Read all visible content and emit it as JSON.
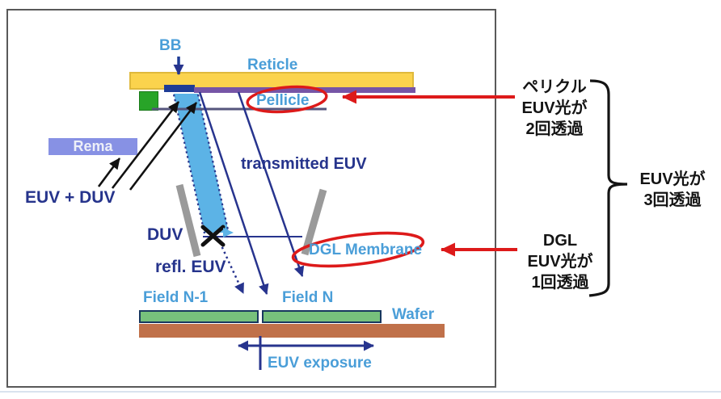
{
  "diagram": {
    "labels": {
      "bb": "BB",
      "reticle": "Reticle",
      "pellicle": "Pellicle",
      "rema": "Rema",
      "euv_duv": "EUV + DUV",
      "transmitted_euv": "transmitted EUV",
      "duv": "DUV",
      "refl_euv": "refl. EUV",
      "dgl_membrane": "DGL Membrane",
      "field_n_minus_1": "Field N-1",
      "field_n": "Field N",
      "wafer": "Wafer",
      "euv_exposure": "EUV exposure"
    },
    "colors": {
      "reticle_yellow": "#FBD34D",
      "pellicle_purple": "#7655A6",
      "bb_navy": "#1E3C96",
      "stud_green": "#28A428",
      "rema_periwinkle": "#8791E4",
      "beam_blue": "#5CB3E6",
      "ray_navy": "#27348E",
      "label_blue": "#4A9ED8",
      "label_navy": "#26348C",
      "field_green": "#77C17C",
      "wafer_brown": "#C0714A",
      "blocker_gray": "#9A9A9A",
      "accent_red": "#DD1A1A",
      "annotation_black": "#141414"
    }
  },
  "annotations": {
    "pellicle_note": {
      "line1": "ペリクル",
      "line2": "EUV光が",
      "line3": "2回透過"
    },
    "overall_note": {
      "line1": "EUV光が",
      "line2": "3回透過"
    },
    "dgl_note": {
      "line1": "DGL",
      "line2": "EUV光が",
      "line3": "1回透過"
    }
  }
}
